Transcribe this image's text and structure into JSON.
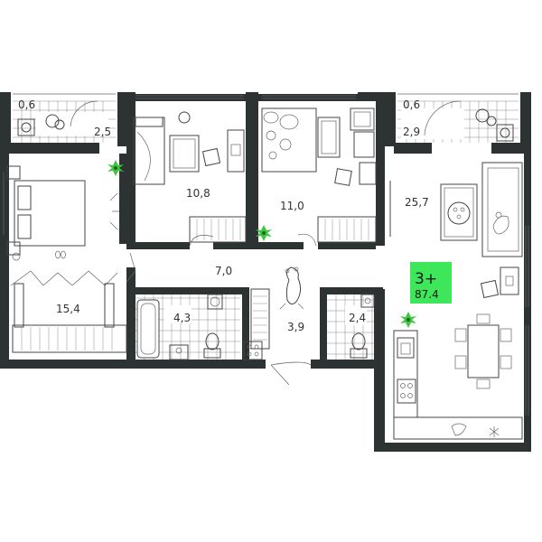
{
  "apartment": {
    "rooms_label": "3+",
    "total_area": "87.4",
    "badge_color": "#3ee65a",
    "wall_color": "#2d3233",
    "plant_color": "#3ec43e"
  },
  "rooms": {
    "balcony_left_a": "0,6",
    "balcony_left_b": "2,5",
    "bedroom_2": "10,8",
    "bedroom_3": "11,0",
    "balcony_right_a": "0,6",
    "balcony_right_b": "2,9",
    "living_kitchen": "25,7",
    "master_bedroom": "15,4",
    "corridor": "7,0",
    "bathroom": "4,3",
    "hall": "3,9",
    "toilet": "2,4"
  },
  "icons": [
    "potted-plant-icon",
    "sofa-icon",
    "bed-icon",
    "bathtub-icon",
    "toilet-icon",
    "washing-machine-icon",
    "stove-icon",
    "sink-icon",
    "dining-table-icon",
    "armchair-icon",
    "dog-icon",
    "cat-icon",
    "desk-icon"
  ]
}
